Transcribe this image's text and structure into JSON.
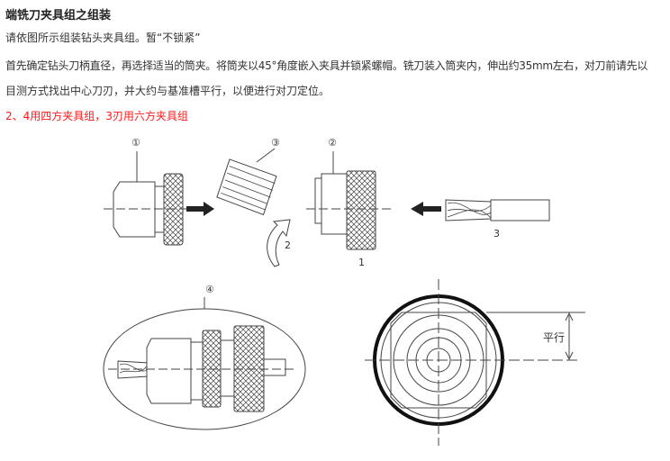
{
  "title": "端铣刀夹具组之组装",
  "paragraphs": [
    "请依图所示组装钻头夹具组。暂“不锁紧”",
    "首先确定钻头刀柄直径，再选择适当的筒夹。将筒夹以45°角度嵌入夹具并锁紧螺帽。铣刀装入筒夹内，伸出约35mm左右，对刀前请先以",
    "目测方式找出中心刀刃，并大约与基准槽平行，以便进行对刀定位。"
  ],
  "note": "2、4用四方夹具组，3刃用六方夹具组",
  "diagram": {
    "labels": {
      "c1": "①",
      "c2": "②",
      "c3": "③",
      "c4": "④",
      "n1": "1",
      "n2": "2",
      "n3": "3",
      "parallel": "平行"
    }
  }
}
